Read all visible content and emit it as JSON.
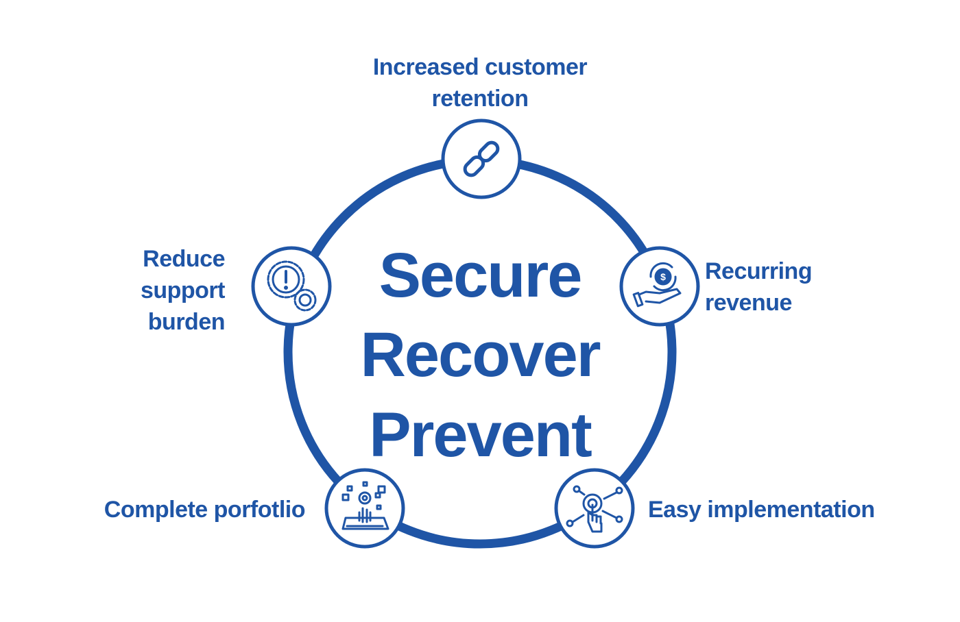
{
  "center": {
    "lines": [
      "Secure",
      "Recover",
      "Prevent"
    ]
  },
  "benefits": [
    {
      "label_lines": [
        "Increased customer",
        "retention"
      ],
      "icon": "link-icon"
    },
    {
      "label_lines": [
        "Recurring",
        "revenue"
      ],
      "icon": "hand-dollar-icon"
    },
    {
      "label_lines": [
        "Easy implementation"
      ],
      "icon": "gear-touch-icon"
    },
    {
      "label_lines": [
        "Complete porfotlio"
      ],
      "icon": "portfolio-blocks-icon"
    },
    {
      "label_lines": [
        "Reduce",
        "support",
        "burden"
      ],
      "icon": "gears-alert-icon"
    }
  ],
  "colors": {
    "accent": "#1f55a6",
    "background": "#ffffff"
  }
}
